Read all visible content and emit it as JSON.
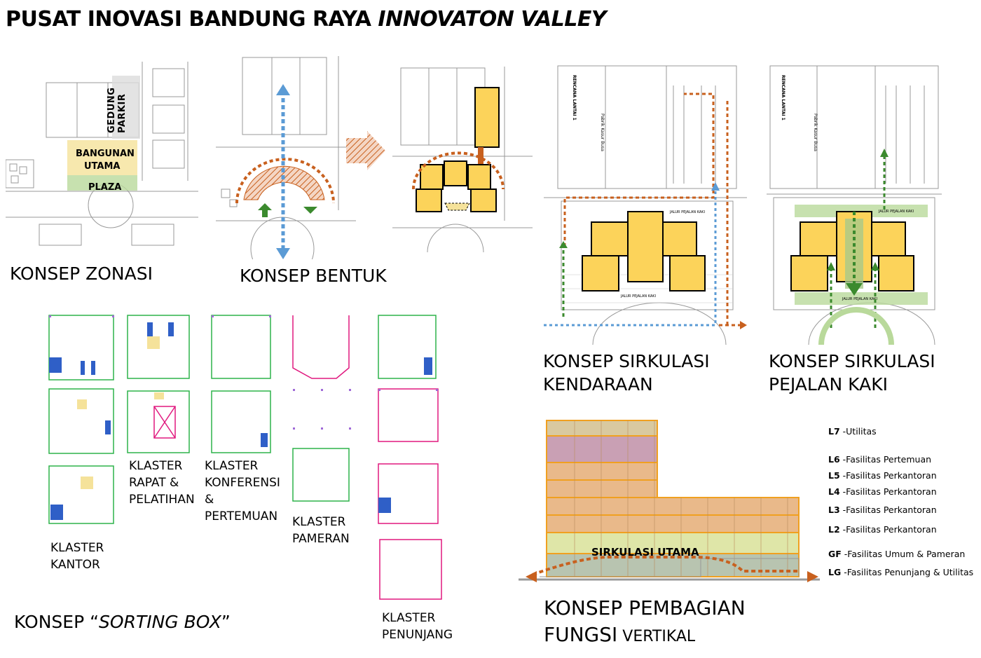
{
  "title": {
    "main": "PUSAT INOVASI BANDUNG RAYA ",
    "italic": "INNOVATON VALLEY"
  },
  "zonasi": {
    "caption": "KONSEP ZONASI",
    "label_parking": "GEDUNG PARKIR",
    "label_building_1": "BANGUNAN",
    "label_building_2": "UTAMA",
    "label_plaza": "PLAZA"
  },
  "bentuk": {
    "caption": "KONSEP BENTUK"
  },
  "sirkulasi_kendaraan": {
    "caption_1": "KONSEP SIRKULASI",
    "caption_2": "KENDARAAN",
    "plan_title": "RENCANA LANTAI 1",
    "plan_label": "Pabrik Kasur Busa",
    "path_top": "JALUR PEJALAN KAKI",
    "path_bottom": "JALUR PEJALAN KAKI"
  },
  "sirkulasi_pejalan": {
    "caption_1": "KONSEP SIRKULASI",
    "caption_2": "PEJALAN KAKI",
    "plan_title": "RENCANA LANTAI 1",
    "plan_label": "Pabrik Kasur Busa",
    "path_top": "JALUR PEJALAN KAKI",
    "path_bottom": "JALUR PEJALAN KAKI"
  },
  "sorting_box": {
    "caption_pre": "KONSEP “",
    "caption_italic": "SORTING BOX",
    "caption_post": "”",
    "clusters": {
      "kantor": [
        "KLASTER",
        "KANTOR"
      ],
      "rapat": [
        "KLASTER",
        "RAPAT &",
        "PELATIHAN"
      ],
      "konferensi": [
        "KLASTER",
        "KONFERENSI",
        "&",
        "PERTEMUAN"
      ],
      "pameran": [
        "KLASTER",
        "PAMERAN"
      ],
      "penunjang": [
        "KLASTER",
        "PENUNJANG"
      ]
    }
  },
  "vertikal": {
    "caption_1": "KONSEP PEMBAGIAN",
    "caption_2a": "FUNGSI",
    "caption_2b": " VERTIKAL",
    "center_label": "SIRKULASI UTAMA",
    "levels": [
      {
        "code": "L7",
        "name": " -Utilitas",
        "color": "#d9c9a0"
      },
      {
        "code": "L6",
        "name": " -Fasilitas Pertemuan",
        "color": "#c9a0b4"
      },
      {
        "code": "L5",
        "name": " -Fasilitas Perkantoran",
        "color": "#e9b98a"
      },
      {
        "code": "L4",
        "name": " -Fasilitas Perkantoran",
        "color": "#e9b98a"
      },
      {
        "code": "L3",
        "name": " -Fasilitas Perkantoran",
        "color": "#e9b98a"
      },
      {
        "code": "L2",
        "name": " -Fasilitas Perkantoran",
        "color": "#e9b98a"
      },
      {
        "code": "GF",
        "name": " -Fasilitas Umum & Pameran",
        "color": "#dfe6a8"
      },
      {
        "code": "LG",
        "name": " -Fasilitas Penunjang & Utilitas",
        "color": "#b8c4b0"
      }
    ]
  },
  "colors": {
    "building": "#fcd35a",
    "orange_arrow": "#c8601e",
    "blue_arrow": "#5b9bd5",
    "green_arrow": "#3b8a2e",
    "plan_line": "#888888"
  }
}
